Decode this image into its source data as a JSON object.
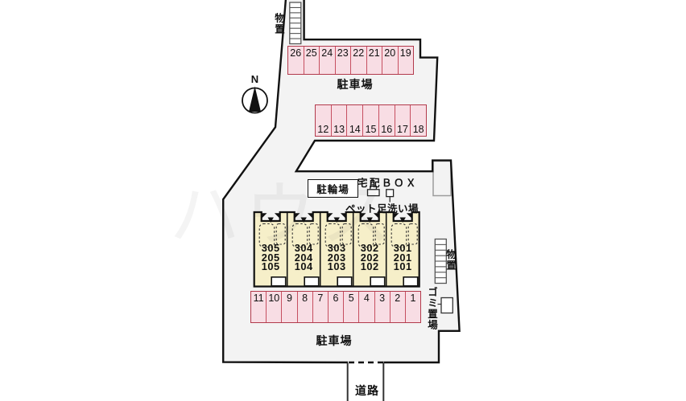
{
  "labels": {
    "parking_top": "駐車場",
    "parking_bottom": "駐車場",
    "road": "道路",
    "bicycle_parking": "駐輪場",
    "delivery_box": "宅配ＢＯＸ",
    "pet_wash": "ペット足洗い場",
    "storage_top": "物置",
    "storage_right": "物置",
    "trash_area": "ゴミ置場",
    "north": "N",
    "watermark": "ハウス"
  },
  "parking_rows": {
    "top": [
      "26",
      "25",
      "24",
      "23",
      "22",
      "21",
      "20",
      "19"
    ],
    "middle": [
      "12",
      "13",
      "14",
      "15",
      "16",
      "17",
      "18"
    ],
    "bottom": [
      "11",
      "10",
      "9",
      "8",
      "7",
      "6",
      "5",
      "4",
      "3",
      "2",
      "1"
    ]
  },
  "building_units": [
    {
      "rooms": [
        "305",
        "205",
        "105"
      ]
    },
    {
      "rooms": [
        "304",
        "204",
        "104"
      ]
    },
    {
      "rooms": [
        "303",
        "203",
        "103"
      ]
    },
    {
      "rooms": [
        "302",
        "202",
        "102"
      ]
    },
    {
      "rooms": [
        "301",
        "201",
        "101"
      ]
    }
  ],
  "colors": {
    "site_fill": "#f3f3f3",
    "outline": "#111111",
    "stall_fill": "#f8dde4",
    "stall_border": "#c64f60",
    "building_fill": "#f6efc9"
  }
}
